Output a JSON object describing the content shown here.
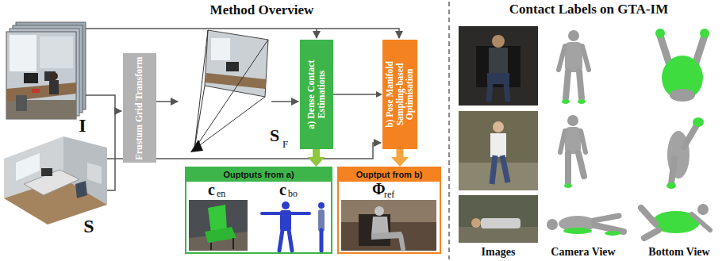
{
  "diagram": {
    "title": "Method Overview",
    "nodes": [
      {
        "text": [
          "Frustum Grid Transform"
        ]
      },
      {
        "text": [
          "a) Dense Contact Estimations"
        ]
      },
      {
        "text": [
          "b) Pose Manifold Sampling-based Optimisation"
        ]
      },
      {
        "text": [
          "Ouptputs from a)"
        ]
      },
      {
        "text": [
          "Ouptput from b)"
        ]
      }
    ],
    "edges": [
      {
        "from": 1,
        "to": 2,
        "arrow": "to"
      },
      {
        "from": 1,
        "to": 3,
        "arrow": "to"
      },
      {
        "from": 2,
        "to": 4,
        "arrow": "to"
      }
    ],
    "labels": [
      "Contact Labels on GTA-IM",
      "I",
      "S",
      "S",
      "F",
      "c",
      "en",
      "c",
      "bo",
      "Φ",
      "ref",
      "Images",
      "Camera View",
      "Bottom View"
    ]
  }
}
